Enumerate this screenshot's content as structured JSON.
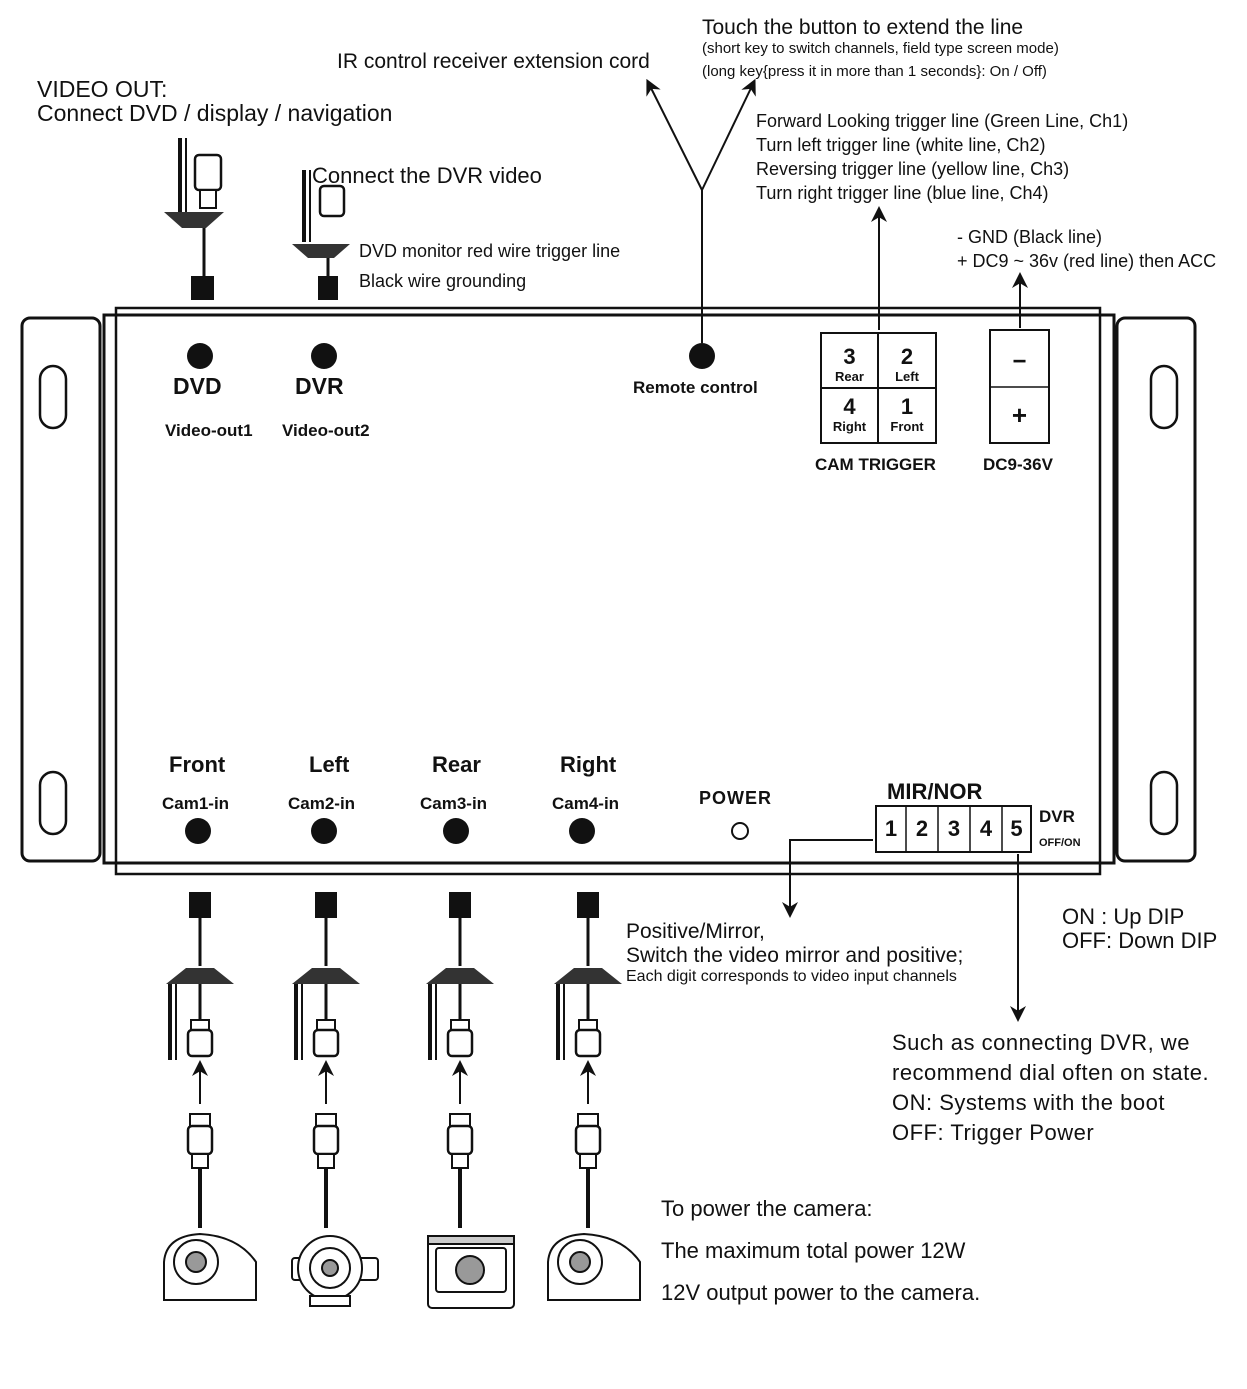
{
  "top_notes": {
    "video_out_title": "VIDEO OUT:",
    "video_out_desc": "Connect DVD / display / navigation",
    "dvr_video": "Connect the DVR video",
    "dvd_trigger": "DVD monitor red wire trigger line",
    "black_ground": "Black wire grounding",
    "ir_cord": "IR control receiver extension cord",
    "touch_title": "Touch the button to extend the line",
    "touch_short": "(short key to switch channels, field type screen mode)",
    "touch_long": "(long key{press it in more than 1 seconds}:  On / Off)",
    "trigger_lines": [
      "Forward Looking trigger line (Green Line, Ch1)",
      "Turn left trigger line (white line, Ch2)",
      "Reversing trigger line (yellow line, Ch3)",
      "Turn right trigger line (blue line, Ch4)"
    ],
    "gnd": "- GND    (Black line)",
    "dc": "+ DC9 ~ 36v (red line) then ACC"
  },
  "device": {
    "dvd_label": "DVD",
    "dvr_label": "DVR",
    "video_out1": "Video-out1",
    "video_out2": "Video-out2",
    "remote": "Remote control",
    "cam_trigger": {
      "cells": [
        {
          "num": "3",
          "name": "Rear"
        },
        {
          "num": "2",
          "name": "Left"
        },
        {
          "num": "4",
          "name": "Right"
        },
        {
          "num": "1",
          "name": "Front"
        }
      ],
      "caption": "CAM TRIGGER"
    },
    "power_terminal": {
      "minus": "−",
      "plus": "+",
      "caption": "DC9-36V"
    },
    "cams": [
      {
        "name": "Front",
        "port": "Cam1-in"
      },
      {
        "name": "Left",
        "port": "Cam2-in"
      },
      {
        "name": "Rear",
        "port": "Cam3-in"
      },
      {
        "name": "Right",
        "port": "Cam4-in"
      }
    ],
    "power": "POWER",
    "mir_nor": "MIR/NOR",
    "dip": [
      "1",
      "2",
      "3",
      "4",
      "5"
    ],
    "dvr_dip": "DVR",
    "dvr_dip_state": "OFF/ON"
  },
  "bottom_notes": {
    "mirror_title": "Positive/Mirror,",
    "mirror_desc": "Switch the video mirror and positive;",
    "mirror_note": "Each digit corresponds to video input channels",
    "on_dip": "ON  : Up DIP",
    "off_dip": "OFF: Down DIP",
    "dvr_note": [
      "Such as connecting DVR, we",
      "recommend dial often on state.",
      "ON: Systems with the boot",
      "OFF: Trigger Power"
    ],
    "power_note": [
      "To power the camera:",
      "The maximum total power 12W",
      "12V output power to the camera."
    ]
  }
}
